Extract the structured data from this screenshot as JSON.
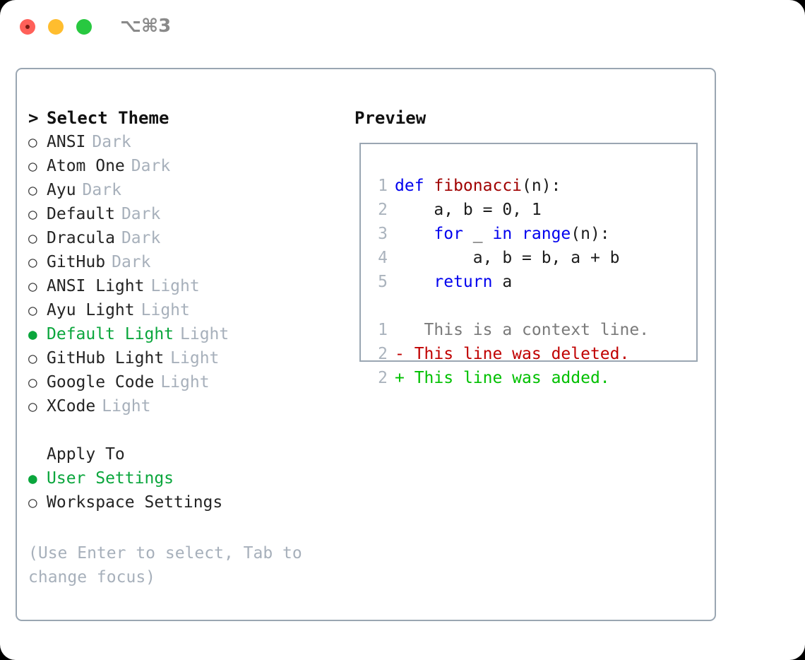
{
  "window": {
    "title": "⌥⌘3",
    "traffic_lights": [
      {
        "name": "close",
        "color": "#ff6059"
      },
      {
        "name": "minimize",
        "color": "#ffbd2e"
      },
      {
        "name": "maximize",
        "color": "#28c840"
      }
    ]
  },
  "colors": {
    "accent_selected": "#0aa63c",
    "muted": "#a7b0bb",
    "border": "#9aa6b2",
    "keyword": "#0000ee",
    "function": "#a00000",
    "diff_removed": "#c00000",
    "diff_added": "#00c000",
    "diff_context": "#7a7a7a",
    "line_number": "#aab3bd",
    "text": "#242424"
  },
  "theme_section": {
    "header_prefix": ">",
    "header_label": "Select Theme",
    "bullet_unselected": "○",
    "bullet_selected": "●",
    "items": [
      {
        "name": "ANSI",
        "variant": "Dark",
        "selected": false
      },
      {
        "name": "Atom One",
        "variant": "Dark",
        "selected": false
      },
      {
        "name": "Ayu",
        "variant": "Dark",
        "selected": false
      },
      {
        "name": "Default",
        "variant": "Dark",
        "selected": false
      },
      {
        "name": "Dracula",
        "variant": "Dark",
        "selected": false
      },
      {
        "name": "GitHub",
        "variant": "Dark",
        "selected": false
      },
      {
        "name": "ANSI Light",
        "variant": "Light",
        "selected": false
      },
      {
        "name": "Ayu Light",
        "variant": "Light",
        "selected": false
      },
      {
        "name": "Default Light",
        "variant": "Light",
        "selected": true
      },
      {
        "name": "GitHub Light",
        "variant": "Light",
        "selected": false
      },
      {
        "name": "Google Code",
        "variant": "Light",
        "selected": false
      },
      {
        "name": "XCode",
        "variant": "Light",
        "selected": false
      }
    ]
  },
  "apply_to_section": {
    "header_label": "Apply To",
    "items": [
      {
        "name": "User Settings",
        "selected": true
      },
      {
        "name": "Workspace Settings",
        "selected": false
      }
    ]
  },
  "hint": "(Use Enter to select, Tab to change focus)",
  "preview": {
    "title": "Preview",
    "code_lines": [
      {
        "num": "1",
        "tokens": [
          {
            "t": "def ",
            "c": "kw"
          },
          {
            "t": "fibonacci",
            "c": "fn"
          },
          {
            "t": "(n):",
            "c": "plain"
          }
        ]
      },
      {
        "num": "2",
        "tokens": [
          {
            "t": "    a, b = 0, 1",
            "c": "plain"
          }
        ]
      },
      {
        "num": "3",
        "tokens": [
          {
            "t": "    ",
            "c": "plain"
          },
          {
            "t": "for",
            "c": "kw"
          },
          {
            "t": " _ ",
            "c": "plain"
          },
          {
            "t": "in range",
            "c": "kw"
          },
          {
            "t": "(n):",
            "c": "plain"
          }
        ]
      },
      {
        "num": "4",
        "tokens": [
          {
            "t": "        a, b = b, a + b",
            "c": "plain"
          }
        ]
      },
      {
        "num": "5",
        "tokens": [
          {
            "t": "    ",
            "c": "plain"
          },
          {
            "t": "return",
            "c": "kw"
          },
          {
            "t": " a",
            "c": "plain"
          }
        ]
      }
    ],
    "diff_lines": [
      {
        "num": "1",
        "marker": " ",
        "text": "  This is a context line.",
        "kind": "ctx"
      },
      {
        "num": "2",
        "marker": "-",
        "text": " This line was deleted.",
        "kind": "del"
      },
      {
        "num": "2",
        "marker": "+",
        "text": " This line was added.",
        "kind": "add"
      }
    ]
  }
}
